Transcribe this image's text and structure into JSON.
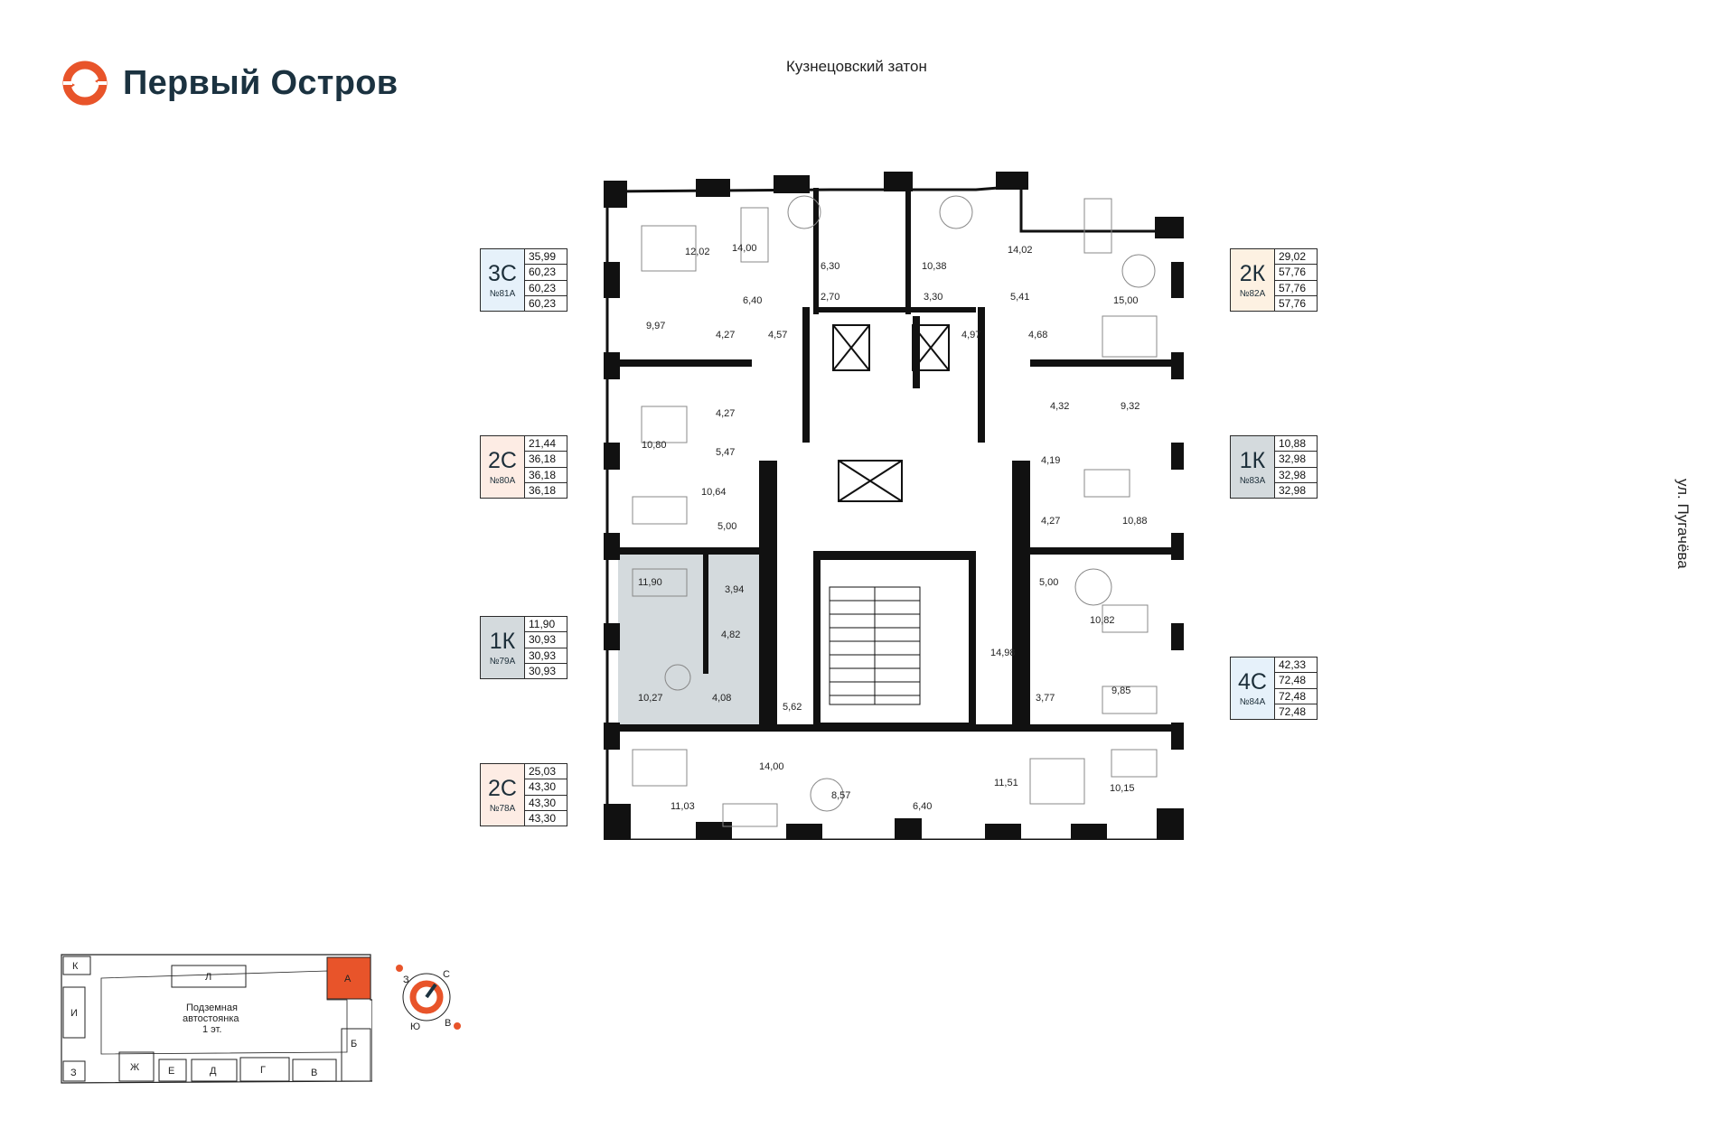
{
  "brand": {
    "name": "Первый Остров",
    "accent_color": "#e8542a",
    "text_color": "#1b3240"
  },
  "streets": {
    "top": "Кузнецовский затон",
    "right": "ул. Пугачёва"
  },
  "apartments": [
    {
      "type": "3С",
      "number": "№81А",
      "areas": [
        "35,99",
        "60,23",
        "60,23",
        "60,23"
      ],
      "bg": "#e6f1fa"
    },
    {
      "type": "2С",
      "number": "№80А",
      "areas": [
        "21,44",
        "36,18",
        "36,18",
        "36,18"
      ],
      "bg": "#fdece4"
    },
    {
      "type": "1К",
      "number": "№79А",
      "areas": [
        "11,90",
        "30,93",
        "30,93",
        "30,93"
      ],
      "bg": "#d4dadd"
    },
    {
      "type": "2С",
      "number": "№78А",
      "areas": [
        "25,03",
        "43,30",
        "43,30",
        "43,30"
      ],
      "bg": "#fdece4"
    },
    {
      "type": "2К",
      "number": "№82А",
      "areas": [
        "29,02",
        "57,76",
        "57,76",
        "57,76"
      ],
      "bg": "#fdf1e2"
    },
    {
      "type": "1К",
      "number": "№83А",
      "areas": [
        "10,88",
        "32,98",
        "32,98",
        "32,98"
      ],
      "bg": "#d4dadd"
    },
    {
      "type": "4С",
      "number": "№84А",
      "areas": [
        "42,33",
        "72,48",
        "72,48",
        "72,48"
      ],
      "bg": "#e6f1fa"
    }
  ],
  "rooms": {
    "r1": "12,02",
    "r2": "14,00",
    "r3": "6,30",
    "r4": "10,38",
    "r5": "14,02",
    "r6": "15,00",
    "r7": "6,40",
    "r8": "2,70",
    "r9": "3,30",
    "r10": "5,41",
    "r11": "9,97",
    "r12": "4,27",
    "r13": "4,57",
    "r14": "4,97",
    "r15": "4,68",
    "r16": "4,27",
    "r17": "4,32",
    "r18": "9,32",
    "r19": "10,80",
    "r20": "5,47",
    "r21": "4,19",
    "r22": "10,64",
    "r23": "5,00",
    "r24": "4,27",
    "r25": "10,88",
    "r26": "11,90",
    "r27": "3,94",
    "r28": "5,00",
    "r29": "10,82",
    "r30": "4,82",
    "r31": "14,98",
    "r32": "10,27",
    "r33": "4,08",
    "r34": "5,62",
    "r35": "3,77",
    "r36": "9,85",
    "r37": "14,00",
    "r38": "11,03",
    "r39": "8,57",
    "r40": "6,40",
    "r41": "11,51",
    "r42": "10,15"
  },
  "minimap": {
    "sections": {
      "k": "К",
      "l": "Л",
      "a": "А",
      "i": "И",
      "z": "З",
      "zh": "Ж",
      "e": "Е",
      "d": "Д",
      "g": "Г",
      "v": "В",
      "b": "Б"
    },
    "parking_line1": "Подземная",
    "parking_line2": "автостоянка",
    "parking_line3": "1 эт.",
    "highlight_color": "#e8542a"
  },
  "compass": {
    "n": "С",
    "w": "З",
    "s": "Ю",
    "e": "В"
  }
}
